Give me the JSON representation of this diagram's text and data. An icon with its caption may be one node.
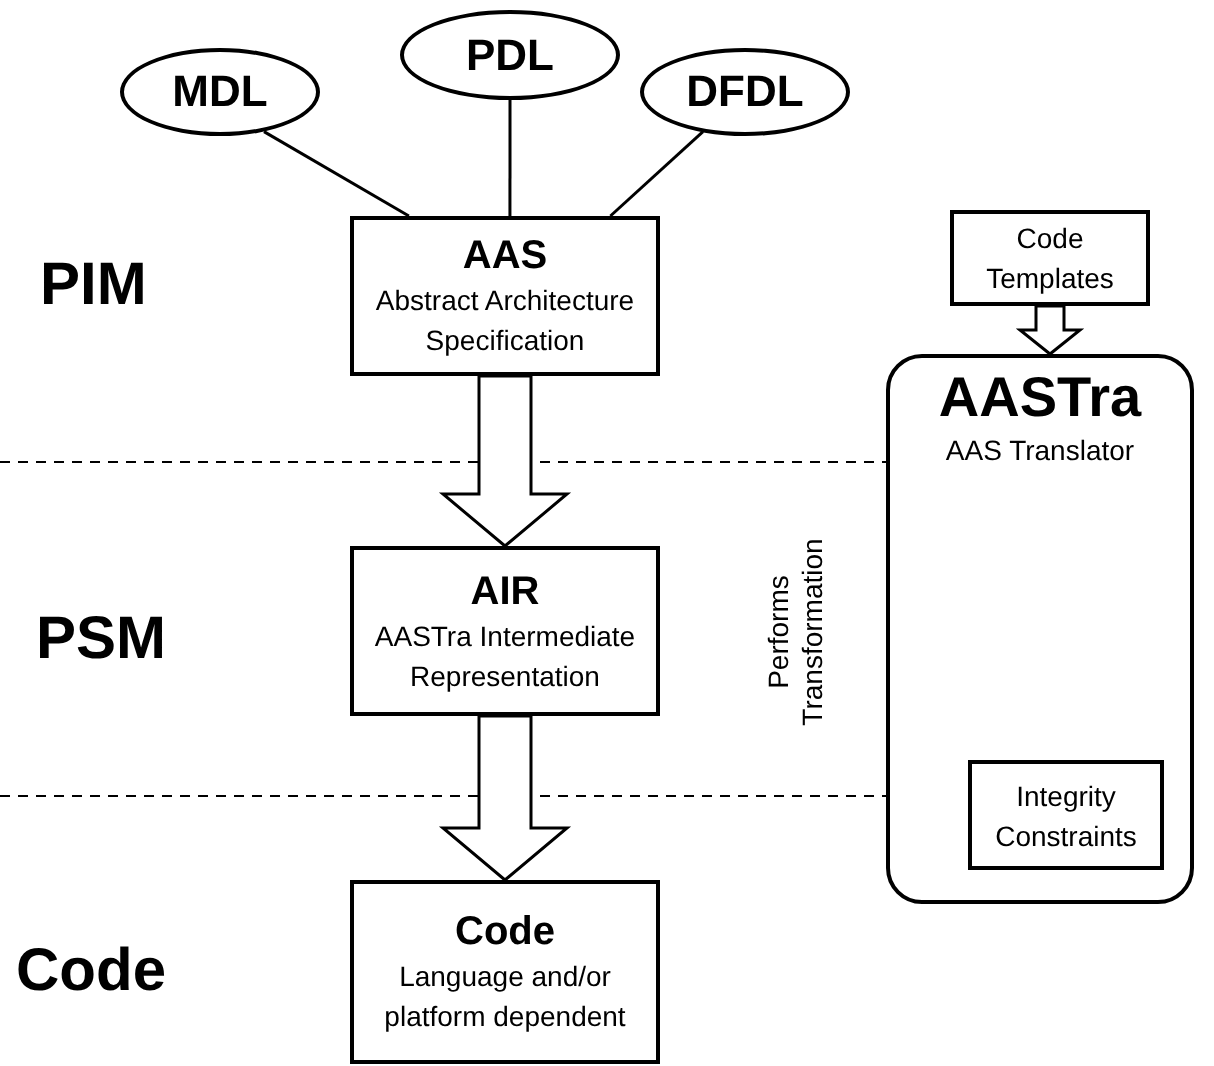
{
  "diagram": {
    "nodes": [
      {
        "text": [
          "MDL"
        ]
      },
      {
        "text": [
          "PDL"
        ]
      },
      {
        "text": [
          "DFDL"
        ]
      },
      {
        "text": [
          "AAS",
          "Abstract Architecture Specification"
        ]
      },
      {
        "text": [
          "Code Templates"
        ]
      },
      {
        "text": [
          "AASTra",
          "AAS Translator"
        ],
        "beside": [
          "Performs Transformation"
        ]
      },
      {
        "text": [
          "Integrity Constraints"
        ],
        "in": 5
      },
      {
        "text": [
          "AIR",
          "AASTra Intermediate Representation"
        ]
      },
      {
        "text": [
          "Code",
          "Language and/or platform dependent"
        ]
      }
    ],
    "edges": [
      {
        "from": 0,
        "to": 3,
        "arrow": "none"
      },
      {
        "from": 1,
        "to": 3,
        "arrow": "none"
      },
      {
        "from": 2,
        "to": 3,
        "arrow": "none"
      },
      {
        "from": 3,
        "to": 7,
        "arrow": "to",
        "style": "thick"
      },
      {
        "from": 7,
        "to": 8,
        "arrow": "to",
        "style": "thick"
      },
      {
        "from": 4,
        "to": 5,
        "arrow": "to",
        "style": "thick"
      }
    ],
    "labels": [
      "PIM",
      "PSM",
      "Code"
    ]
  }
}
